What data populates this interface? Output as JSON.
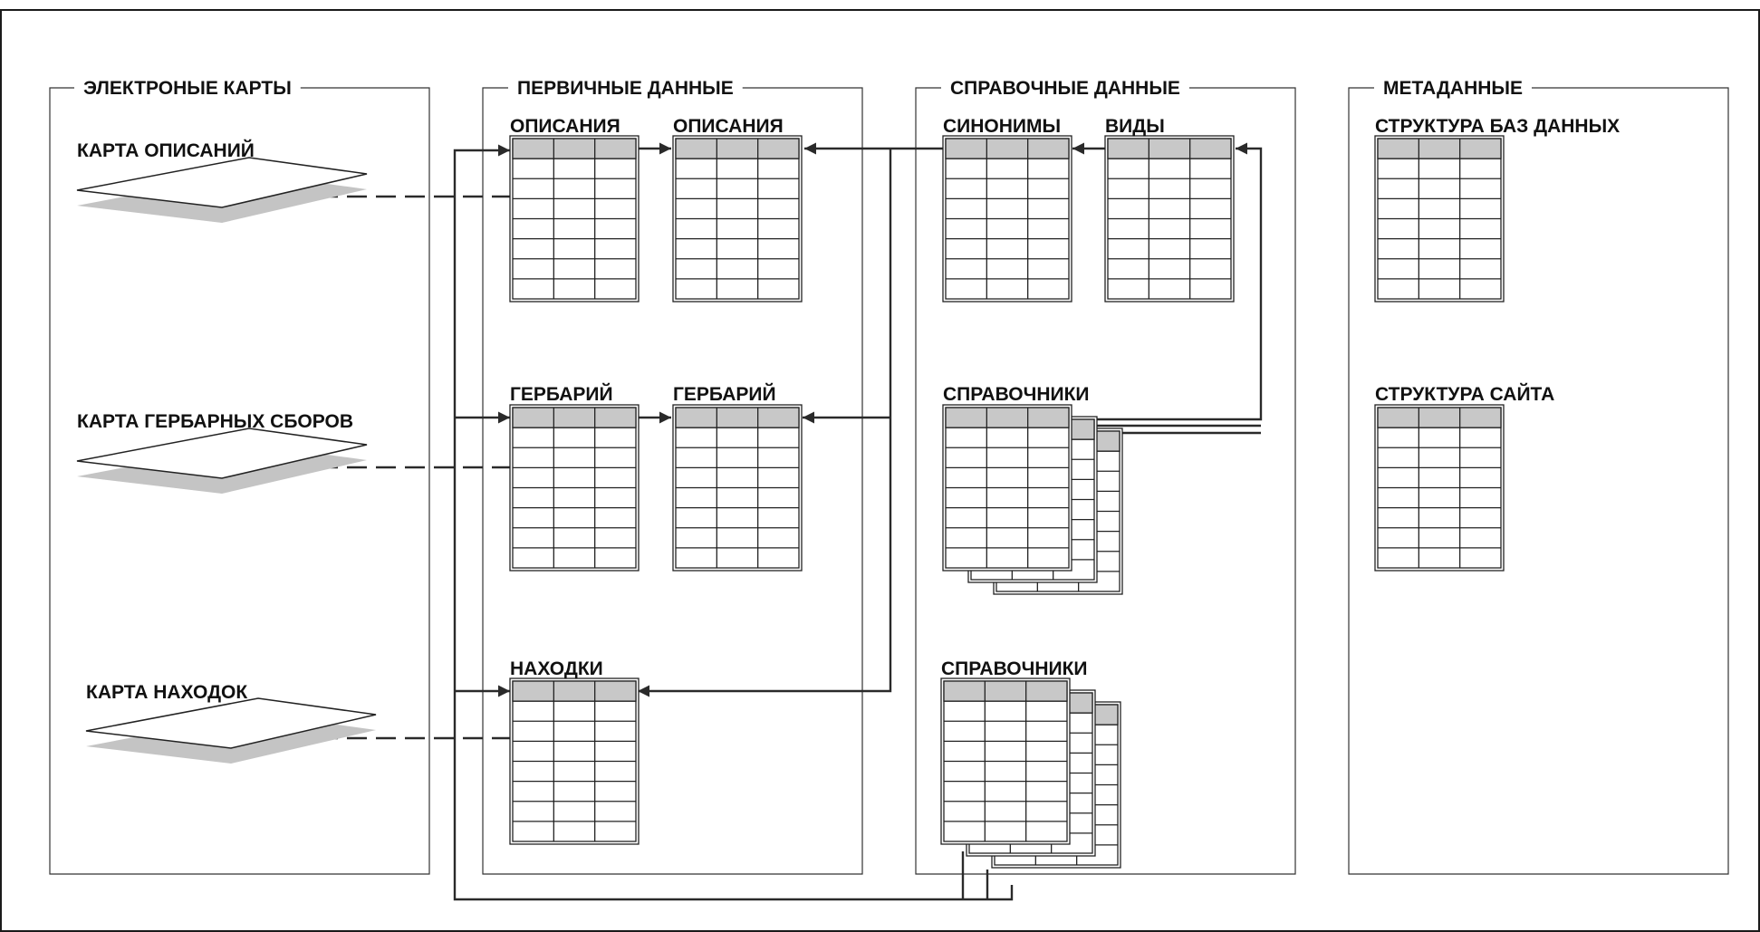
{
  "groups": {
    "maps": "ЭЛЕКТРОНЫЕ КАРТЫ",
    "primary": "ПЕРВИЧНЫЕ ДАННЫЕ",
    "reference": "СПРАВОЧНЫЕ ДАННЫЕ",
    "metadata": "МЕТАДАННЫЕ"
  },
  "maps": {
    "descriptions": "КАРТА ОПИСАНИЙ",
    "herbarium": "КАРТА ГЕРБАРНЫХ СБОРОВ",
    "finds": "КАРТА НАХОДОК"
  },
  "primary": {
    "descriptions_a": "ОПИСАНИЯ",
    "descriptions_b": "ОПИСАНИЯ",
    "herbarium_a": "ГЕРБАРИЙ",
    "herbarium_b": "ГЕРБАРИЙ",
    "finds": "НАХОДКИ"
  },
  "reference": {
    "synonyms": "СИНОНИМЫ",
    "species": "ВИДЫ",
    "handbooks_1": "СПРАВОЧНИКИ",
    "handbooks_2": "СПРАВОЧНИКИ"
  },
  "metadata": {
    "db_structure": "СТРУКТУРА БАЗ ДАННЫХ",
    "site_structure": "СТРУКТУРА САЙТА"
  },
  "colors": {
    "line": "#2a2a2a",
    "header_fill": "#c8c8c8",
    "map_shadow": "#c4c4c4"
  }
}
